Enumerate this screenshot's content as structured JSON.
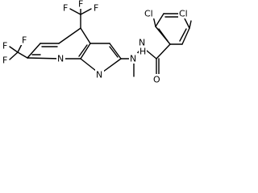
{
  "molecule": {
    "atoms": {
      "f1": "F",
      "f2": "F",
      "f3": "F",
      "f4": "F",
      "f5": "F",
      "f6": "F",
      "n_ring_1": "N",
      "n_ring_2": "N",
      "n_hydrazine": "N",
      "nh": "N",
      "h": "H",
      "o": "O",
      "cl1": "Cl",
      "cl2": "Cl"
    },
    "colors": {
      "ink": "#000000",
      "background": "#ffffff"
    }
  }
}
